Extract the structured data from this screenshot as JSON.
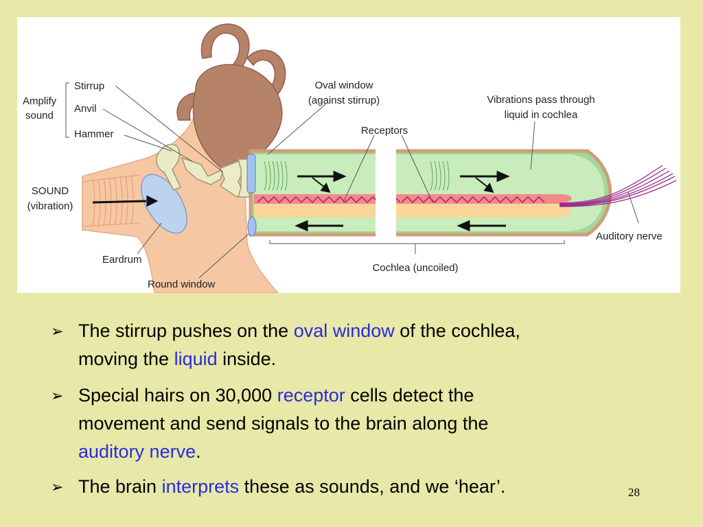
{
  "diagram": {
    "labels": {
      "amplify": "Amplify",
      "sound": "sound",
      "stirrup": "Stirrup",
      "anvil": "Anvil",
      "hammer": "Hammer",
      "sound_in": "SOUND",
      "vibration": "(vibration)",
      "eardrum": "Eardrum",
      "round_window": "Round window",
      "oval_window_1": "Oval window",
      "oval_window_2": "(against stirrup)",
      "receptors": "Receptors",
      "vibrations_1": "Vibrations pass through",
      "vibrations_2": "liquid in cochlea",
      "auditory_nerve": "Auditory nerve",
      "cochlea": "Cochlea (uncoiled)"
    }
  },
  "bullets": [
    {
      "marker": "➢",
      "line1": [
        "The stirrup pushes on the ",
        "oval window",
        " of the cochlea,"
      ],
      "line2": [
        "moving the ",
        "liquid",
        " inside."
      ]
    },
    {
      "marker": "➢",
      "line1": [
        "Special hairs on 30,000 ",
        "receptor",
        " cells detect the"
      ],
      "line2": "movement and send signals to the brain along the",
      "line3": [
        "auditory nerve",
        "."
      ]
    },
    {
      "marker": "➢",
      "line1": [
        "The brain ",
        "interprets",
        " these as sounds, and we ‘hear’."
      ]
    }
  ],
  "slide_number": "28",
  "colors": {
    "background": "#e8e8a8",
    "highlight": "#2a2ae0"
  }
}
